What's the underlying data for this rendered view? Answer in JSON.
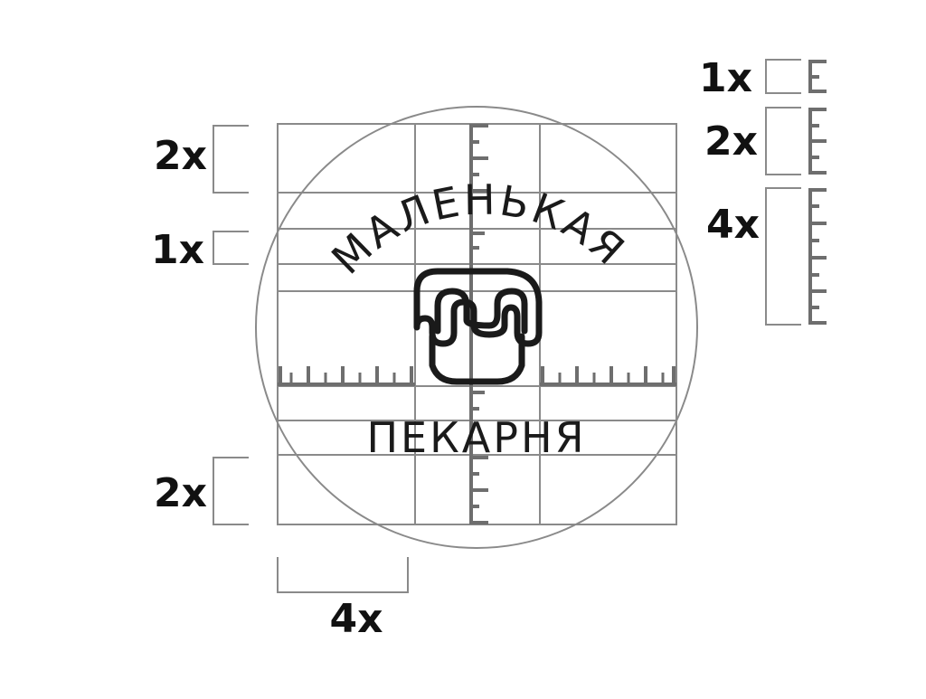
{
  "logo": {
    "arc_text": "МАЛЕНЬКАЯ",
    "bottom_text": "ПЕКАРНЯ"
  },
  "scale_labels": {
    "left_top": "2x",
    "left_mid": "1x",
    "left_bottom": "2x",
    "bottom": "4x",
    "legend_1x": "1x",
    "legend_2x": "2x",
    "legend_4x": "4x"
  },
  "colors": {
    "grid": "#8a8a8a",
    "ruler": "#6e6e6e",
    "logo_ink": "#1a1a1a",
    "label_ink": "#111111"
  }
}
